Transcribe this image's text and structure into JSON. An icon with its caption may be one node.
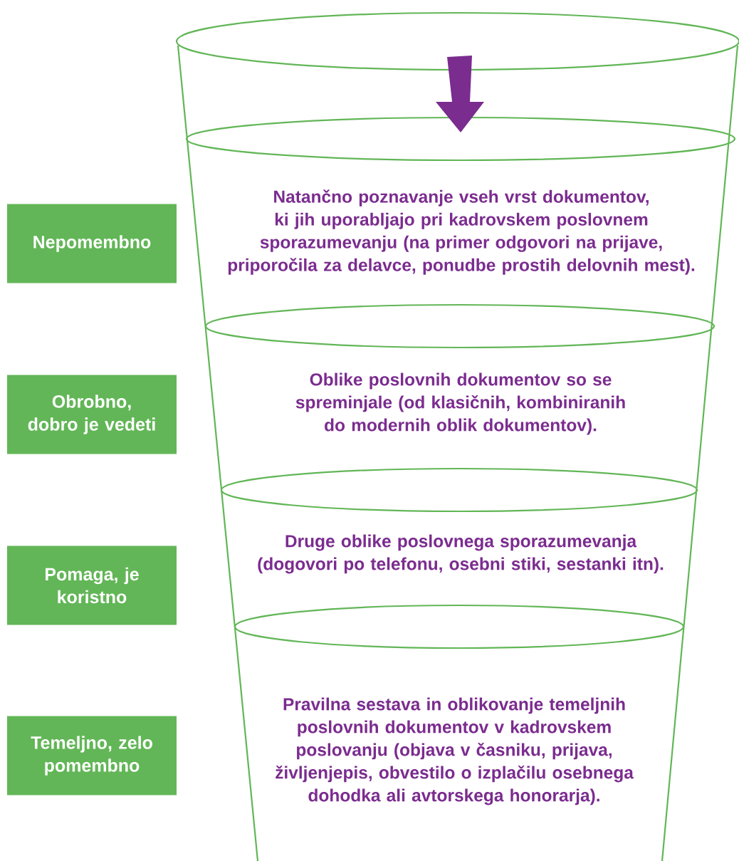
{
  "diagram": {
    "nodes": [
      {
        "text": [
          "Natančno poznavanje vseh vrst dokumentov, ki jih uporabljajo pri kadrovskem poslovnem sporazumevanju (na primer odgovori na prijave, priporočila za delavce, ponudbe prostih delovnih mest)."
        ]
      },
      {
        "text": [
          "Nepomembno"
        ]
      },
      {
        "text": [
          "Oblike poslovnih dokumentov so se spreminjale (od klasičnih, kombiniranih do modernih oblik dokumentov)."
        ]
      },
      {
        "text": [
          "Obrobno, dobro je vedeti"
        ]
      },
      {
        "text": [
          "Druge oblike poslovnega sporazumevanja (dogovori po telefonu, osebni stiki, sestanki itn)."
        ]
      },
      {
        "text": [
          "Pomaga, je koristno"
        ]
      },
      {
        "text": [
          "Pravilna sestava in oblikovanje temeljnih poslovnih dokumentov v kadrovskem poslovanju (objava v časniku, prijava, življenjepis, obvestilo o izplačilu osebnega dohodka ali avtorskega honorarja)."
        ]
      },
      {
        "text": [
          "Temeljno, zelo pomembno"
        ]
      }
    ]
  }
}
